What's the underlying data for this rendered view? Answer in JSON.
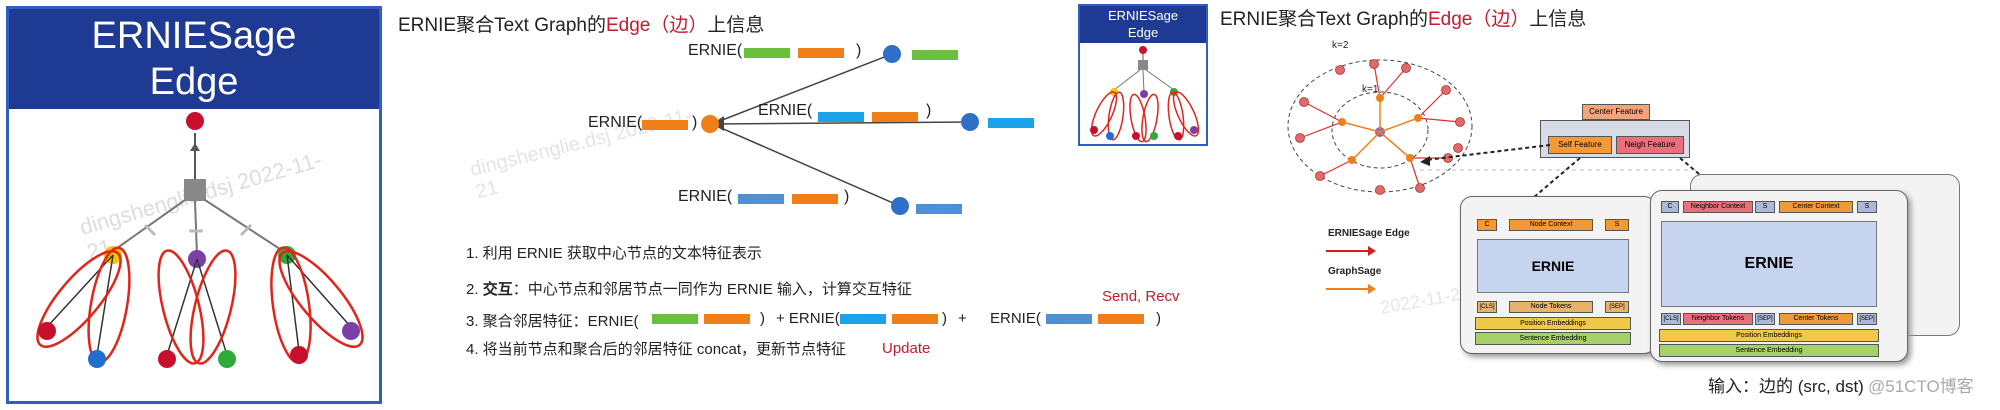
{
  "left_panel": {
    "title_line1": "ERNIESage",
    "title_line2": "Edge",
    "watermark": "dingshenglie.dsj 2022-11-21"
  },
  "middle": {
    "heading_pre": "ERNIE聚合Text Graph的",
    "heading_edge": "Edge（边）",
    "heading_post": "上信息",
    "ernie_label": "ERNIE(",
    "close_paren": ")",
    "step1": "1. 利用 ERNIE 获取中心节点的文本特征表示",
    "step2_num": "2.",
    "step2_bold": "交互",
    "step2_rest": "：中心节点和邻居节点一同作为 ERNIE 输入，计算交互特征",
    "step3_lead": "3. 聚合邻居特征：ERNIE(",
    "step3_plus": "+ ERNIE(",
    "step3_plus2": "+",
    "step4": "4. 将当前节点和聚合后的邻居特征 concat，更新节点特征",
    "send_recv": "Send, Recv",
    "update": "Update",
    "watermark": "dingshenglie.dsj 2022-11-21"
  },
  "right": {
    "thumb_title1": "ERNIESage",
    "thumb_title2": "Edge",
    "heading_pre": "ERNIE聚合Text Graph的",
    "heading_edge": "Edge（边）",
    "heading_post": "上信息",
    "k2": "k=2",
    "k1": "k=1",
    "center_feature": "Center Feature",
    "self_feature": "Self Feature",
    "neigh_feature": "Neigh Feature",
    "legend_erniesage": "ERNIESage Edge",
    "legend_graphsage": "GraphSage",
    "model_small": {
      "c": "C",
      "node_context": "Node Context",
      "s": "S",
      "ernie": "ERNIE",
      "cls": "[CLS]",
      "node_tokens": "Node Tokens",
      "sep": "[SEP]",
      "pos": "Position Embeddings",
      "sent": "Sentence Embedding"
    },
    "model_large": {
      "c": "C",
      "neighbor_context": "Neighbor Context",
      "s1": "S",
      "center_context": "Center Context",
      "s2": "S",
      "ernie": "ERNIE",
      "cls": "[CLS]",
      "neighbor_tokens": "Neighbor Tokens",
      "sep1": "[SEP]",
      "center_tokens": "Center Tokens",
      "sep2": "[SEP]",
      "pos": "Position Embeddings",
      "sent": "Sentence Embedding"
    },
    "input_caption": "输入：边的 (src, dst)",
    "credit": "@51CTO博客",
    "watermark": "2022-11-21"
  },
  "colors": {
    "navy": "#1f3a93",
    "red_node": "#c8102e",
    "orange": "#f07f1a",
    "green": "#6cbf3a",
    "blue": "#2f8ed6",
    "cyan": "#1aa3e8",
    "purple": "#7b3fa8",
    "red_text": "#c8192c"
  }
}
